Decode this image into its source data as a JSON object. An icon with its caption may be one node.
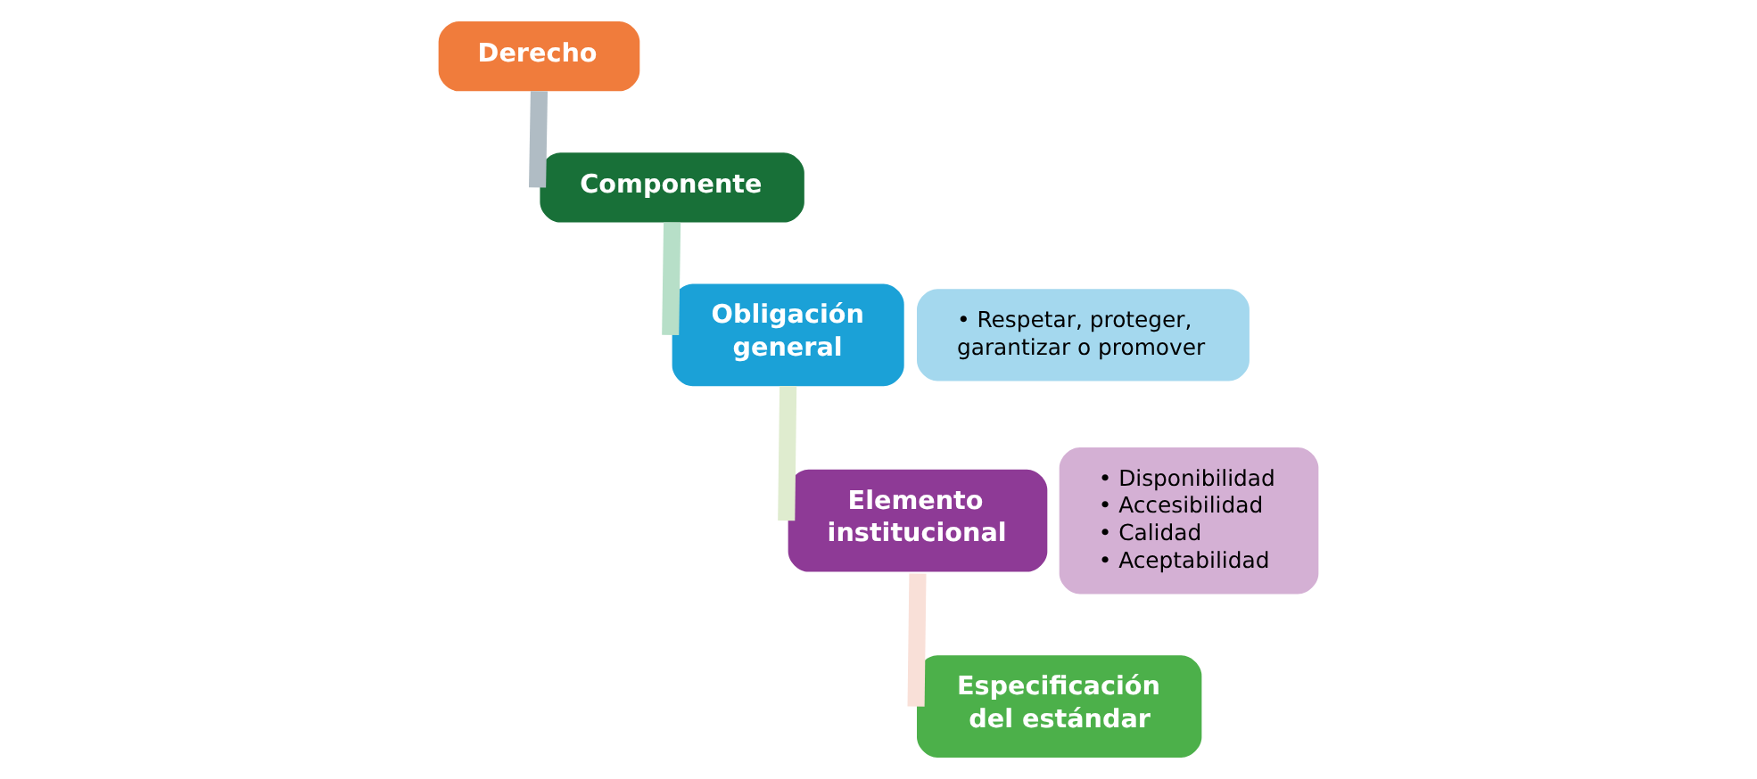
{
  "diagram": {
    "nodes": [
      {
        "text": [
          "Derecho"
        ]
      },
      {
        "text": [
          "Componente"
        ]
      },
      {
        "text": [
          "Obligación general"
        ]
      },
      {
        "text": [
          "• Respetar, proteger, garantizar o promover"
        ]
      },
      {
        "text": [
          "Elemento institucional"
        ]
      },
      {
        "text": [
          "• Disponibilidad",
          "• Accesibilidad",
          "• Calidad",
          "• Aceptabilidad"
        ]
      },
      {
        "text": [
          "Especificación del estándar"
        ]
      }
    ],
    "edges": [
      {
        "from": 0,
        "to": 1,
        "arrow": "none",
        "color": "#b0bcc4"
      },
      {
        "from": 1,
        "to": 2,
        "arrow": "none",
        "color": "#b7dfc8"
      },
      {
        "from": 2,
        "to": 4,
        "arrow": "none",
        "color": "#dfeccf"
      },
      {
        "from": 4,
        "to": 6,
        "arrow": "none",
        "color": "#f9e0d8"
      }
    ]
  }
}
